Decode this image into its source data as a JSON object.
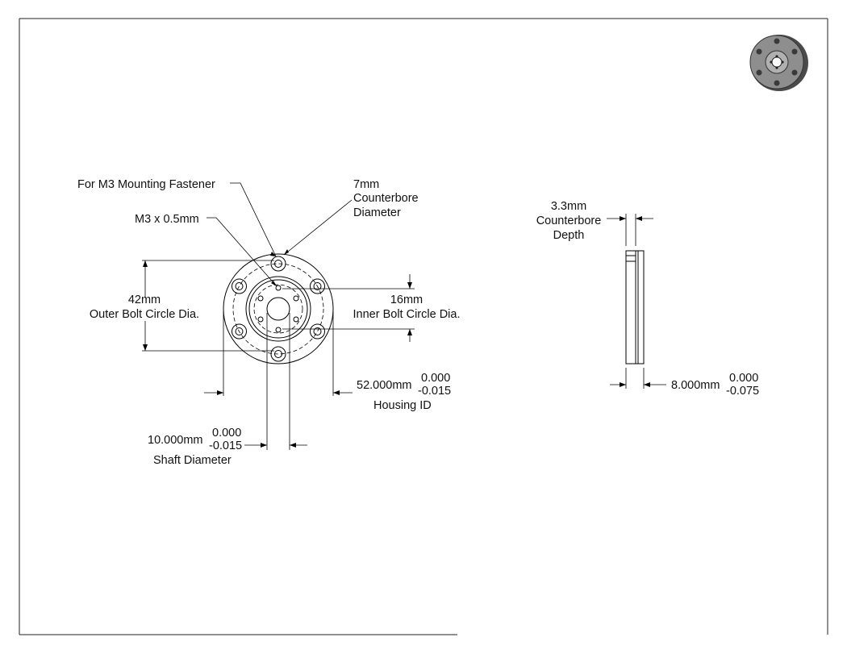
{
  "front_view": {
    "mounting_fastener_label": "For M3 Mounting Fastener",
    "thread_label": "M3 x 0.5mm",
    "counterbore_diameter": [
      "7mm",
      "Counterbore",
      "Diameter"
    ],
    "outer_bolt_circle": [
      "42mm",
      "Outer Bolt Circle Dia."
    ],
    "inner_bolt_circle": [
      "16mm",
      "Inner Bolt Circle Dia."
    ],
    "housing": {
      "value": "52.000mm",
      "tol_upper": "0.000",
      "tol_lower": "-0.015",
      "label": "Housing ID"
    },
    "shaft": {
      "value": "10.000mm",
      "tol_upper": "0.000",
      "tol_lower": "-0.015",
      "label": "Shaft Diameter"
    }
  },
  "side_view": {
    "counterbore_depth": [
      "3.3mm",
      "Counterbore",
      "Depth"
    ],
    "thickness": {
      "value": "8.000mm",
      "tol_upper": "0.000",
      "tol_lower": "-0.075"
    }
  },
  "colors": {
    "line": "#000000",
    "part_fill": "#ffffff",
    "thumbnail_body": "#8a8a8a",
    "thumbnail_dark": "#3a3a3a"
  }
}
